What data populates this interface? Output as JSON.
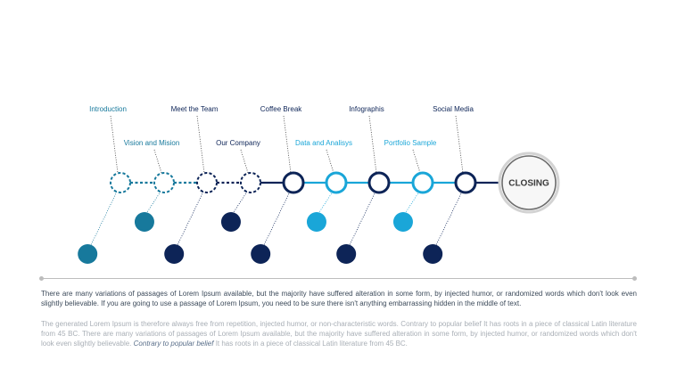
{
  "colors": {
    "navy": "#0d2457",
    "teal": "#17799c",
    "sky": "#1aa6d8",
    "line_gray": "#3a3a3a"
  },
  "timeline": {
    "closing_label": "CLOSING",
    "items": [
      {
        "label": "Introduction",
        "label_row": "top",
        "circle_style": "dashed",
        "circle_color": "teal",
        "dot_row": "bottom",
        "dot_color": "teal"
      },
      {
        "label": "Vision and Mision",
        "label_row": "mid",
        "circle_style": "dashed",
        "circle_color": "teal",
        "dot_row": "mid",
        "dot_color": "teal"
      },
      {
        "label": "Meet the Team",
        "label_row": "top",
        "circle_style": "dashed",
        "circle_color": "navy",
        "dot_row": "bottom",
        "dot_color": "navy"
      },
      {
        "label": "Our Company",
        "label_row": "mid",
        "circle_style": "dashed",
        "circle_color": "navy",
        "dot_row": "mid",
        "dot_color": "navy"
      },
      {
        "label": "Coffee Break",
        "label_row": "top",
        "circle_style": "solid",
        "circle_color": "navy",
        "dot_row": "bottom",
        "dot_color": "navy"
      },
      {
        "label": "Data and Analisys",
        "label_row": "mid",
        "circle_style": "solid",
        "circle_color": "sky",
        "dot_row": "mid",
        "dot_color": "sky"
      },
      {
        "label": "Infographis",
        "label_row": "top",
        "circle_style": "solid",
        "circle_color": "navy",
        "dot_row": "bottom",
        "dot_color": "navy"
      },
      {
        "label": "Portfolio Sample",
        "label_row": "mid",
        "circle_style": "solid",
        "circle_color": "sky",
        "dot_row": "mid",
        "dot_color": "sky"
      },
      {
        "label": "Social Media",
        "label_row": "top",
        "circle_style": "solid",
        "circle_color": "navy",
        "dot_row": "bottom",
        "dot_color": "navy"
      }
    ]
  },
  "text": {
    "paragraph1": "There are many variations of passages of Lorem Ipsum available, but the majority have suffered alteration in some form, by injected humor, or randomized words which don't look even slightly believable. If you are going to use a passage of Lorem Ipsum, you need to be sure there isn't anything embarrassing hidden in the middle of text.",
    "paragraph2_main": "The generated Lorem Ipsum is therefore always free from repetition, injected humor, or non-characteristic words. Contrary to popular belief It has roots in a piece of classical Latin literature from 45 BC. There are many variations of passages of Lorem Ipsum available, but the majority have suffered alteration in some form, by injected humor, or randomized words which don't look even slightly believable.",
    "paragraph2_italic": "Contrary to popular belief",
    "paragraph2_tail": " It has roots in a piece of classical Latin literature from 45 BC."
  }
}
